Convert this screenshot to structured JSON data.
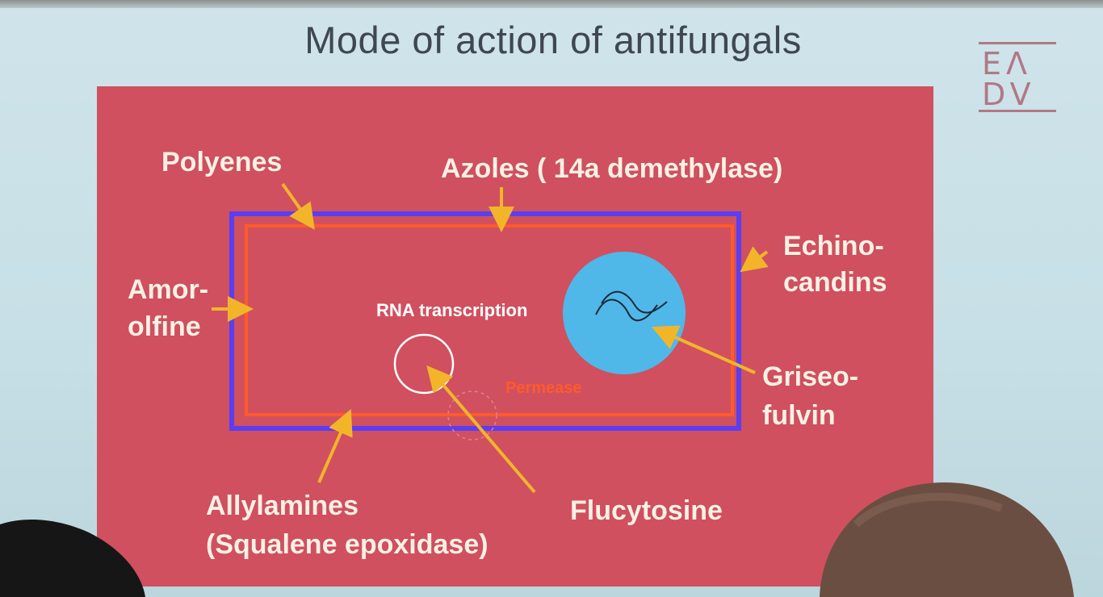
{
  "slide": {
    "title": "Mode of action of antifungals",
    "logo_text": [
      "EΛ",
      "DV"
    ]
  },
  "labels": {
    "polyenes": "Polyenes",
    "azoles": "Azoles ( 14a demethylase)",
    "echinocandins_1": "Echino-",
    "echinocandins_2": "candins",
    "amorolfine_1": "Amor-",
    "amorolfine_2": "olfine",
    "griseofulvin_1": "Griseo-",
    "griseofulvin_2": "fulvin",
    "allylamines_1": "Allylamines",
    "allylamines_2": "(Squalene epoxidase)",
    "flucytosine": "Flucytosine",
    "rna_transcription": "RNA transcription",
    "permease": "Permease"
  },
  "colors": {
    "panel": "#d0505f",
    "cell_wall": "#5a3ef2",
    "membrane": "#ff5a2c",
    "nucleus": "#4fb8e8",
    "arrow": "#f2b52a",
    "label_text": "#fbf0e4"
  },
  "icons": [
    "arrow-icon",
    "nucleus-icon",
    "dna-strand-icon",
    "rna-circle-icon",
    "eadv-logo"
  ]
}
